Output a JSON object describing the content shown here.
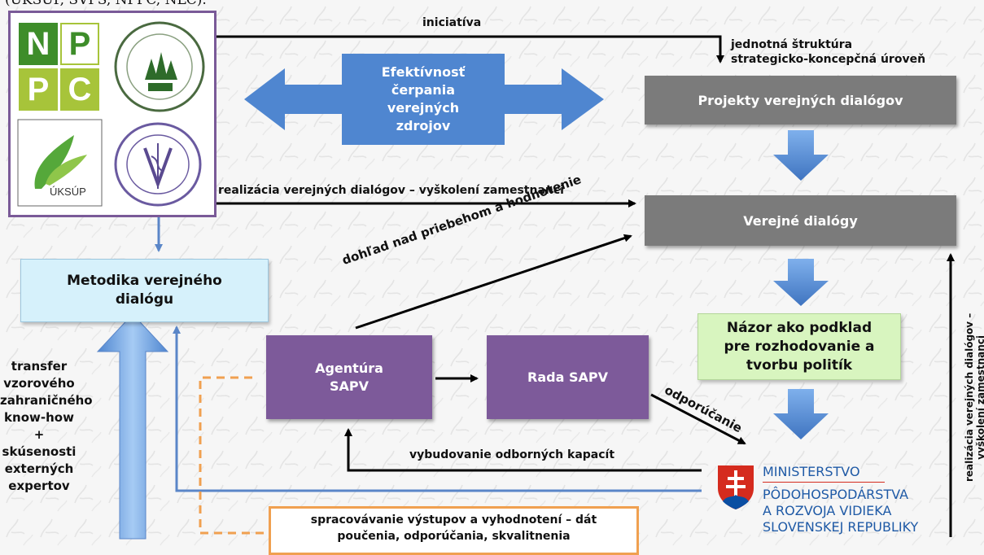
{
  "top_fragment": "(ÚKSÚP, ŠVPS, NPPC, NLC).",
  "logos": {
    "nppc_letters": [
      "N",
      "P",
      "P",
      "C"
    ],
    "uksup_label": "ÚKSÚP"
  },
  "labels": {
    "iniciativa": "iniciatíva",
    "struktura_1": "jednotná štruktúra",
    "struktura_2": "strategicko-koncepčná úroveň",
    "realizacia": "realizácia verejných dialógov – vyškolení zamestnanci",
    "dohlad": "dohľad nad priebehom a hodnotenie",
    "odporucanie": "odporúčanie",
    "vybudovanie": "vybudovanie odborných kapacít",
    "realizacia_vertical_1": "realizácia verejných dialógov –",
    "realizacia_vertical_2": "vyškolení zamestnanci"
  },
  "arrow_box": {
    "line1": "Efektívnosť",
    "line2": "čerpania",
    "line3": "verejných",
    "line4": "zdrojov"
  },
  "boxes": {
    "projekty": "Projekty verejných dialógov",
    "dialogy": "Verejné dialógy",
    "metodika_1": "Metodika verejného",
    "metodika_2": "dialógu",
    "nazor_1": "Názor ako podklad",
    "nazor_2": "pre rozhodovanie a",
    "nazor_3": "tvorbu politík",
    "agentura_1": "Agentúra",
    "agentura_2": "SAPV",
    "rada": "Rada SAPV",
    "spracovanie_1": "spracovávanie výstupov a vyhodnotení – dát",
    "spracovanie_2": "poučenia, odporúčania, skvalitnenia"
  },
  "transfer": [
    "transfer",
    "vzorového",
    "zahraničného",
    "know-how",
    "+",
    "skúsenosti",
    "externých",
    "expertov"
  ],
  "ministry": {
    "line1": "MINISTERSTVO",
    "line2": "PÔDOHOSPODÁRSTVA",
    "line3": "A ROZVOJA VIDIEKA",
    "line4": "SLOVENSKEJ REPUBLIKY"
  },
  "colors": {
    "purple": "#7d5a9a",
    "gray_box": "#7b7b7b",
    "blue_arrow": "#4a7fc6",
    "light_blue": "#d6f1fb",
    "green_box": "#d8f5bf",
    "orange_dash": "#f0a050",
    "ministry_blue": "#1f5aa6"
  }
}
